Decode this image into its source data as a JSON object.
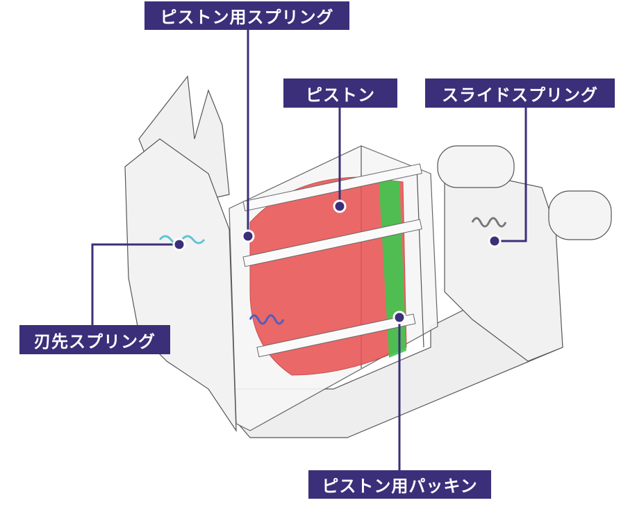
{
  "colors": {
    "label_bg": "#3b2f7a",
    "piston": "#e8504f",
    "packing": "#3fc650",
    "spring": "#5fc3d6"
  },
  "labels": {
    "piston_spring": "ピストン用スプリング",
    "piston": "ピストン",
    "slide_spring": "スライドスプリング",
    "blade_spring": "刃先スプリング",
    "piston_packing": "ピストン用パッキン"
  }
}
